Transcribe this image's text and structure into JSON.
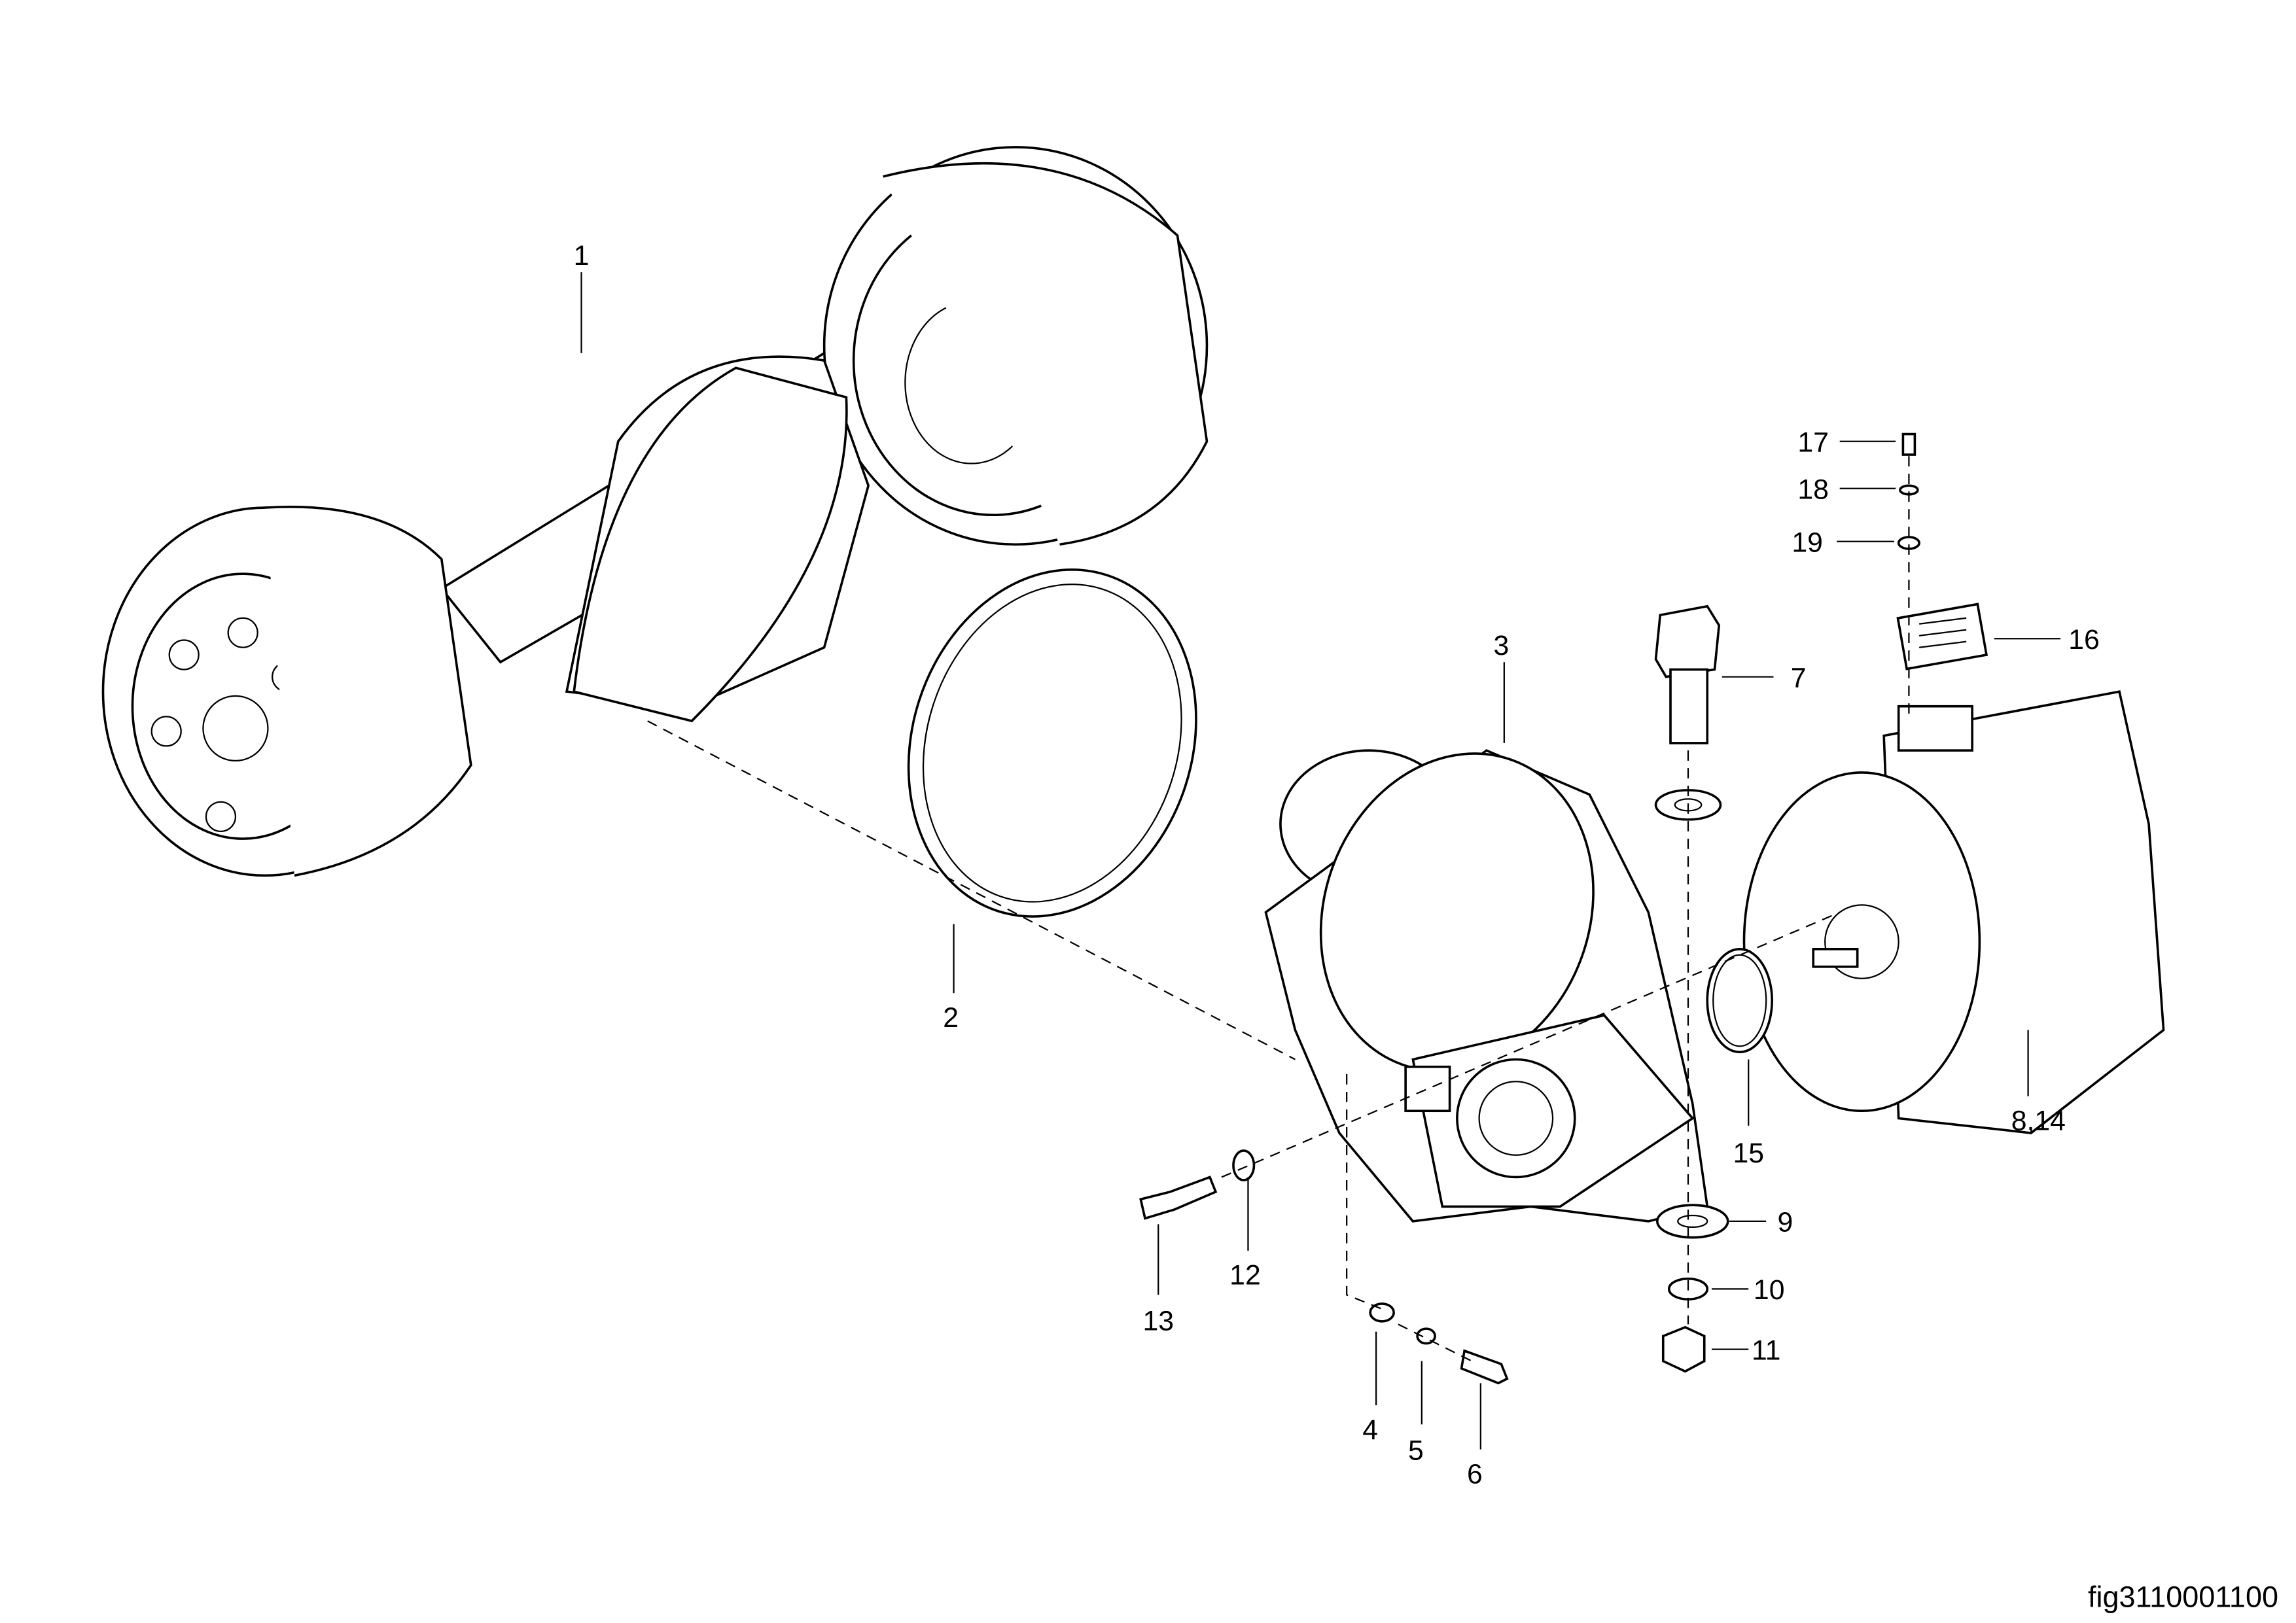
{
  "diagram": {
    "figure_id": "fig3110001100",
    "callouts": [
      "1",
      "2",
      "3",
      "4",
      "5",
      "6",
      "7",
      "8,14",
      "9",
      "10",
      "11",
      "12",
      "13",
      "15",
      "16",
      "17",
      "18",
      "19"
    ]
  }
}
